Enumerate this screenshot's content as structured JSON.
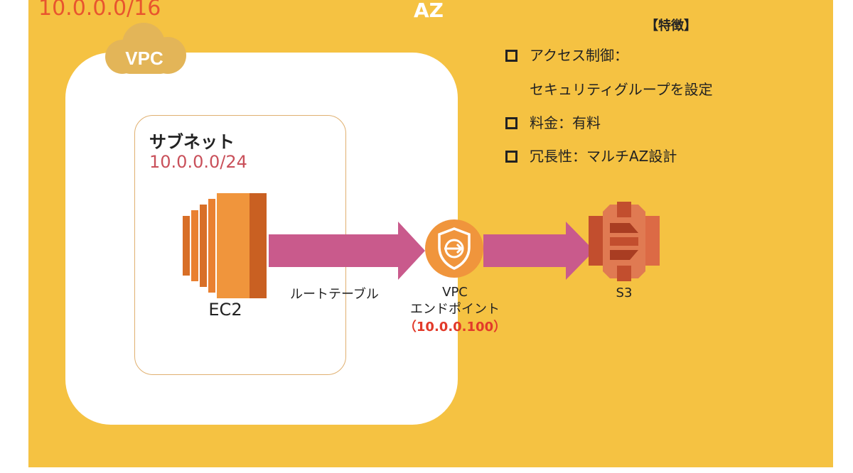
{
  "az": {
    "title": "AZ"
  },
  "vpc": {
    "cidr": "10.0.0.0/16",
    "label": "VPC"
  },
  "subnet": {
    "title": "サブネット",
    "cidr": "10.0.0.0/24"
  },
  "ec2": {
    "label": "EC2"
  },
  "route": {
    "label": "ルートテーブル"
  },
  "vpc_endpoint": {
    "name": "VPC",
    "subtitle": "エンドポイント",
    "ip": "（10.0.0.100）"
  },
  "s3": {
    "label": "S3"
  },
  "features": {
    "title": "【特徴】",
    "items": [
      {
        "line1": "アクセス制御：",
        "line2": "セキュリティグループを設定"
      },
      {
        "line1": "料金：有料"
      },
      {
        "line1": "冗長性：マルチAZ設計"
      }
    ]
  },
  "colors": {
    "az_background": "#f5c242",
    "arrow": "#c95a8c",
    "vpc_cidr": "#e8552e",
    "subnet_cidr": "#c9505a",
    "endpoint_ip": "#e23a2a",
    "ec2_orange": "#f0953c",
    "s3_red": "#dc6a45"
  }
}
